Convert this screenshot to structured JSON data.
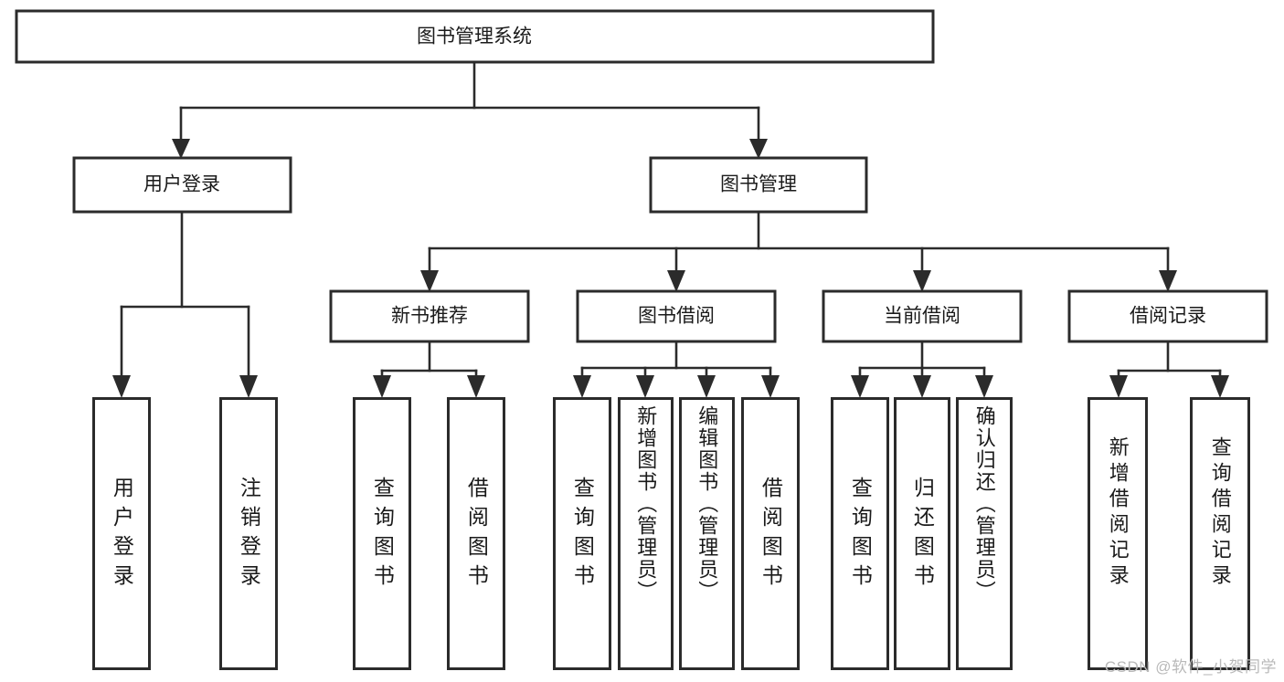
{
  "diagram": {
    "title": "图书管理系统",
    "type": "tree",
    "watermark": "CSDN @软件_小贺同学",
    "root": {
      "id": "root",
      "label": "图书管理系统"
    },
    "level2": [
      {
        "id": "user-login",
        "label": "用户登录"
      },
      {
        "id": "book-manage",
        "label": "图书管理"
      }
    ],
    "level3": [
      {
        "id": "new-book-recommend",
        "label": "新书推荐",
        "parent": "book-manage"
      },
      {
        "id": "book-borrow",
        "label": "图书借阅",
        "parent": "book-manage"
      },
      {
        "id": "current-borrow",
        "label": "当前借阅",
        "parent": "book-manage"
      },
      {
        "id": "borrow-record",
        "label": "借阅记录",
        "parent": "book-manage"
      }
    ],
    "leaves": [
      {
        "id": "leaf-user-login",
        "label": "用户登录",
        "parent": "user-login"
      },
      {
        "id": "leaf-logout-login",
        "label": "注销登录",
        "parent": "user-login"
      },
      {
        "id": "leaf-query-book-1",
        "label": "查询图书",
        "parent": "new-book-recommend"
      },
      {
        "id": "leaf-borrow-book-1",
        "label": "借阅图书",
        "parent": "new-book-recommend"
      },
      {
        "id": "leaf-query-book-2",
        "label": "查询图书",
        "parent": "book-borrow"
      },
      {
        "id": "leaf-add-book",
        "label": "新增图书（管理员）",
        "parent": "book-borrow"
      },
      {
        "id": "leaf-edit-book",
        "label": "编辑图书（管理员）",
        "parent": "book-borrow"
      },
      {
        "id": "leaf-borrow-book-2",
        "label": "借阅图书",
        "parent": "book-borrow"
      },
      {
        "id": "leaf-query-book-3",
        "label": "查询图书",
        "parent": "current-borrow"
      },
      {
        "id": "leaf-return-book",
        "label": "归还图书",
        "parent": "current-borrow"
      },
      {
        "id": "leaf-confirm-return",
        "label": "确认归还（管理员）",
        "parent": "current-borrow"
      },
      {
        "id": "leaf-add-record",
        "label": "新增借阅记录",
        "parent": "borrow-record"
      },
      {
        "id": "leaf-query-record",
        "label": "查询借阅记录",
        "parent": "borrow-record"
      }
    ],
    "colors": {
      "stroke": "#2b2b2b",
      "fill": "#ffffff",
      "text": "#1a1a1a",
      "watermark": "#b9b9b9"
    }
  }
}
